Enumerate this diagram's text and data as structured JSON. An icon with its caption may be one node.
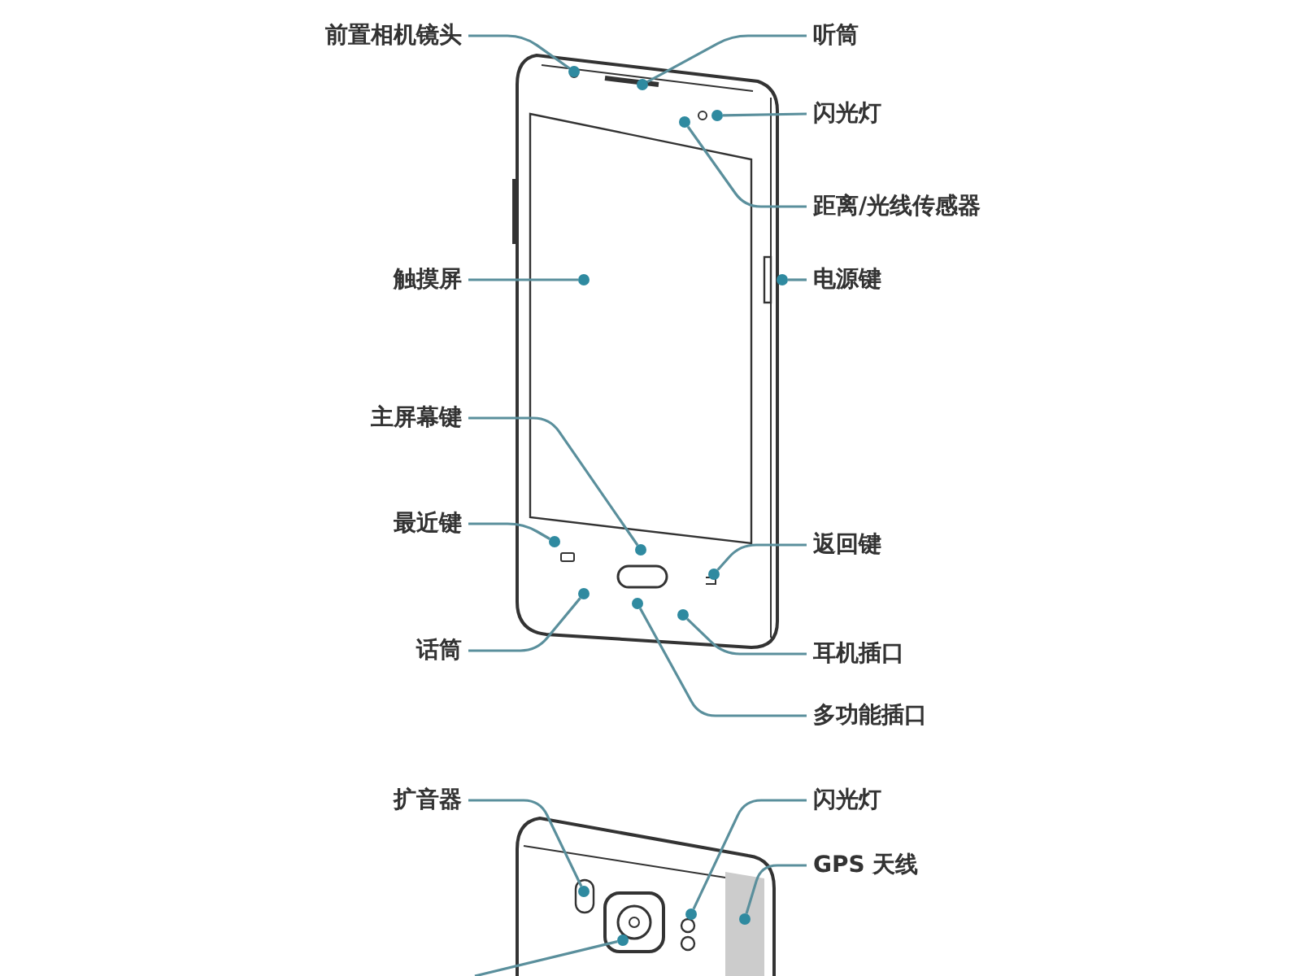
{
  "diagram": {
    "nodes": [
      {
        "text": [
          "前置相机镜头"
        ]
      },
      {
        "text": [
          "听筒"
        ]
      },
      {
        "text": [
          "闪光灯"
        ]
      },
      {
        "text": [
          "距离/光线传感器"
        ]
      },
      {
        "text": [
          "触摸屏"
        ]
      },
      {
        "text": [
          "电源键"
        ]
      },
      {
        "text": [
          "主屏幕键"
        ]
      },
      {
        "text": [
          "最近键"
        ]
      },
      {
        "text": [
          "返回键"
        ]
      },
      {
        "text": [
          "话筒"
        ]
      },
      {
        "text": [
          "耳机插口"
        ]
      },
      {
        "text": [
          "多功能插口"
        ]
      },
      {
        "text": [
          "扩音器"
        ]
      },
      {
        "text": [
          "闪光灯"
        ]
      },
      {
        "text": [
          "GPS 天线"
        ]
      },
      {
        "text": [],
        "shape": "circle"
      },
      {
        "text": [],
        "shape": "circle"
      },
      {
        "text": [],
        "shape": "circle"
      },
      {
        "text": [],
        "shape": "circle"
      },
      {
        "text": [],
        "shape": "circle"
      },
      {
        "text": [],
        "shape": "circle"
      },
      {
        "text": [],
        "shape": "circle"
      },
      {
        "text": [],
        "shape": "circle"
      },
      {
        "text": [],
        "shape": "circle"
      },
      {
        "text": [],
        "shape": "circle"
      },
      {
        "text": [],
        "shape": "circle"
      },
      {
        "text": [],
        "shape": "circle"
      },
      {
        "text": [],
        "shape": "circle"
      },
      {
        "text": [],
        "shape": "circle"
      },
      {
        "text": [],
        "shape": "circle"
      },
      {
        "text": [],
        "shape": "circle"
      }
    ],
    "edges": [
      {
        "from": 0,
        "to": 15,
        "arrow": "none"
      },
      {
        "from": 1,
        "to": 16,
        "arrow": "none"
      },
      {
        "from": 2,
        "to": 17,
        "arrow": "none"
      },
      {
        "from": 3,
        "to": 18,
        "arrow": "none"
      },
      {
        "from": 4,
        "to": 19,
        "arrow": "none"
      },
      {
        "from": 5,
        "to": 20,
        "arrow": "none"
      },
      {
        "from": 6,
        "to": 21,
        "arrow": "none"
      },
      {
        "from": 7,
        "to": 22,
        "arrow": "none"
      },
      {
        "from": 8,
        "to": 23,
        "arrow": "none"
      },
      {
        "from": 9,
        "to": 24,
        "arrow": "none"
      },
      {
        "from": 10,
        "to": 25,
        "arrow": "none"
      },
      {
        "from": 11,
        "to": 26,
        "arrow": "none"
      },
      {
        "from": 12,
        "to": 27,
        "arrow": "none"
      },
      {
        "from": 13,
        "to": 28,
        "arrow": "none"
      },
      {
        "from": 14,
        "to": 29,
        "arrow": "none"
      },
      {
        "from": null,
        "to": 30,
        "arrow": "none"
      }
    ]
  }
}
